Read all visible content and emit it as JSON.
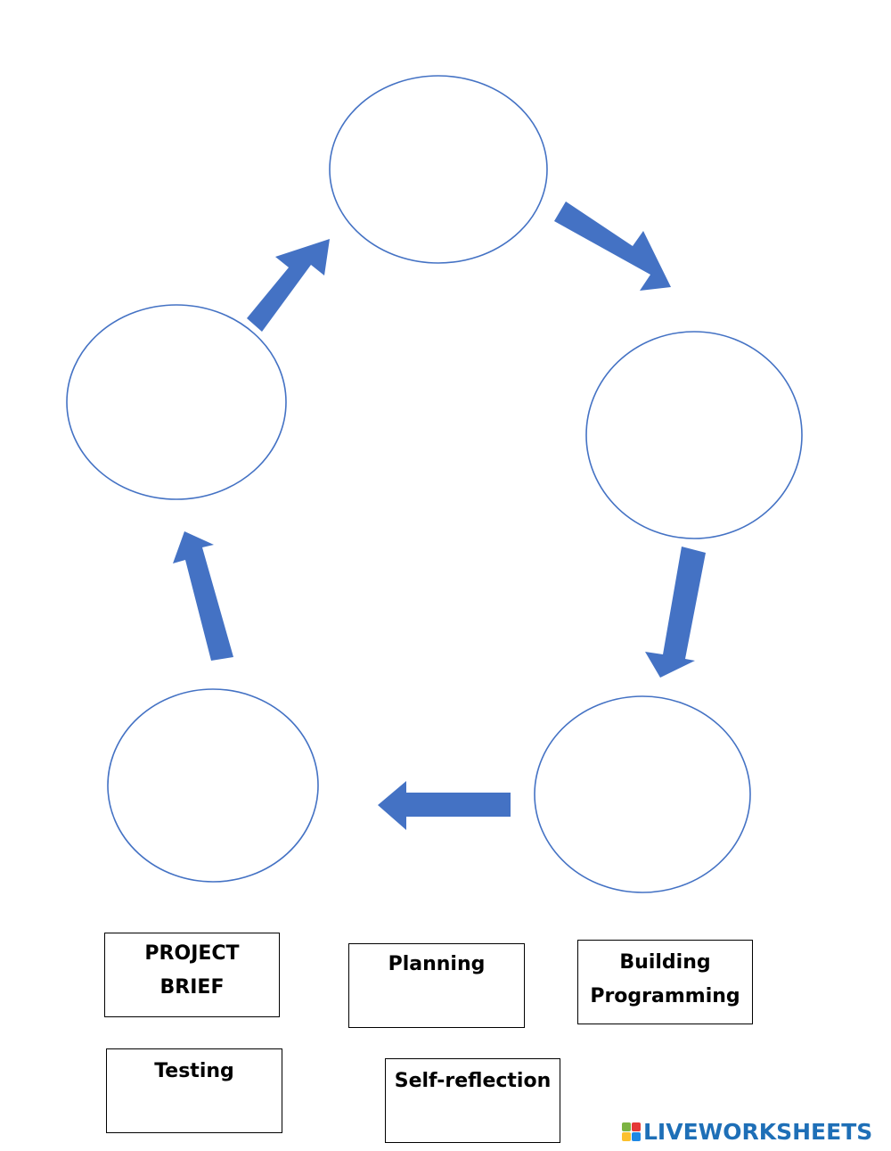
{
  "diagram": {
    "type": "cycle",
    "circle_count": 5,
    "arrow_color": "#4472c4",
    "circle_color": "#4472c4"
  },
  "labels": [
    {
      "lines": [
        "PROJECT",
        "BRIEF"
      ]
    },
    {
      "lines": [
        "Planning"
      ]
    },
    {
      "lines": [
        "Building",
        "Programming"
      ]
    },
    {
      "lines": [
        "Testing"
      ]
    },
    {
      "lines": [
        "Self-reflection"
      ]
    }
  ],
  "brand": {
    "text": "LIVEWORKSHEETS",
    "logo_colors": [
      "#7cb342",
      "#e53935",
      "#fbc02d",
      "#1e88e5"
    ]
  }
}
